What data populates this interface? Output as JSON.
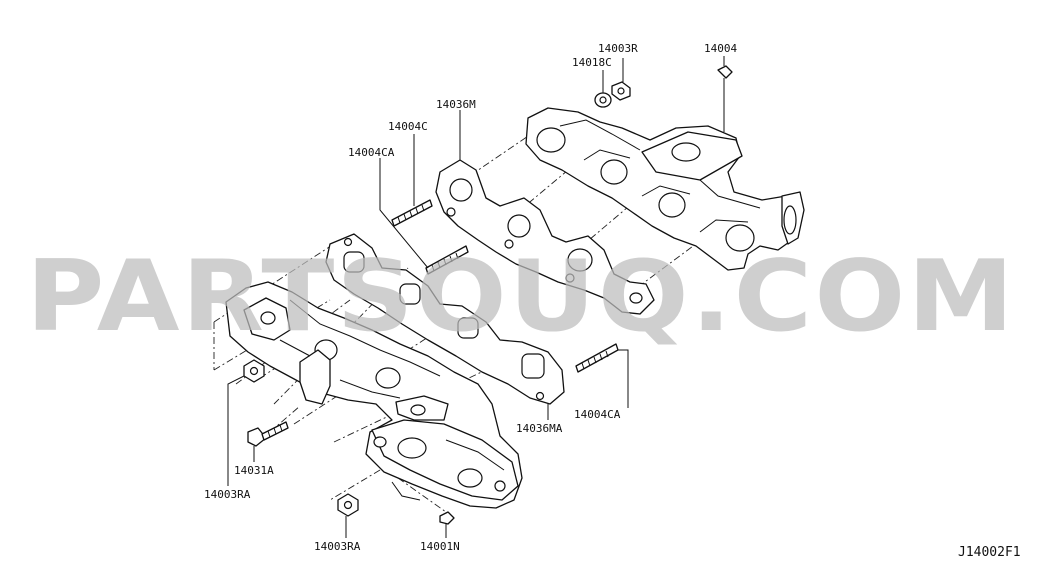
{
  "diagram": {
    "reference_code": "J14002F1",
    "watermark": "PARTSOUQ.COM",
    "callouts": [
      {
        "id": "c1",
        "part_no": "14003R"
      },
      {
        "id": "c2",
        "part_no": "14018C"
      },
      {
        "id": "c3",
        "part_no": "14004"
      },
      {
        "id": "c4",
        "part_no": "14036M"
      },
      {
        "id": "c5",
        "part_no": "14004C"
      },
      {
        "id": "c6",
        "part_no": "14004CA"
      },
      {
        "id": "c7",
        "part_no": "14004CA"
      },
      {
        "id": "c8",
        "part_no": "14036MA"
      },
      {
        "id": "c9",
        "part_no": "14031A"
      },
      {
        "id": "c10",
        "part_no": "14003RA"
      },
      {
        "id": "c11",
        "part_no": "14003RA"
      },
      {
        "id": "c12",
        "part_no": "14001N"
      }
    ]
  }
}
